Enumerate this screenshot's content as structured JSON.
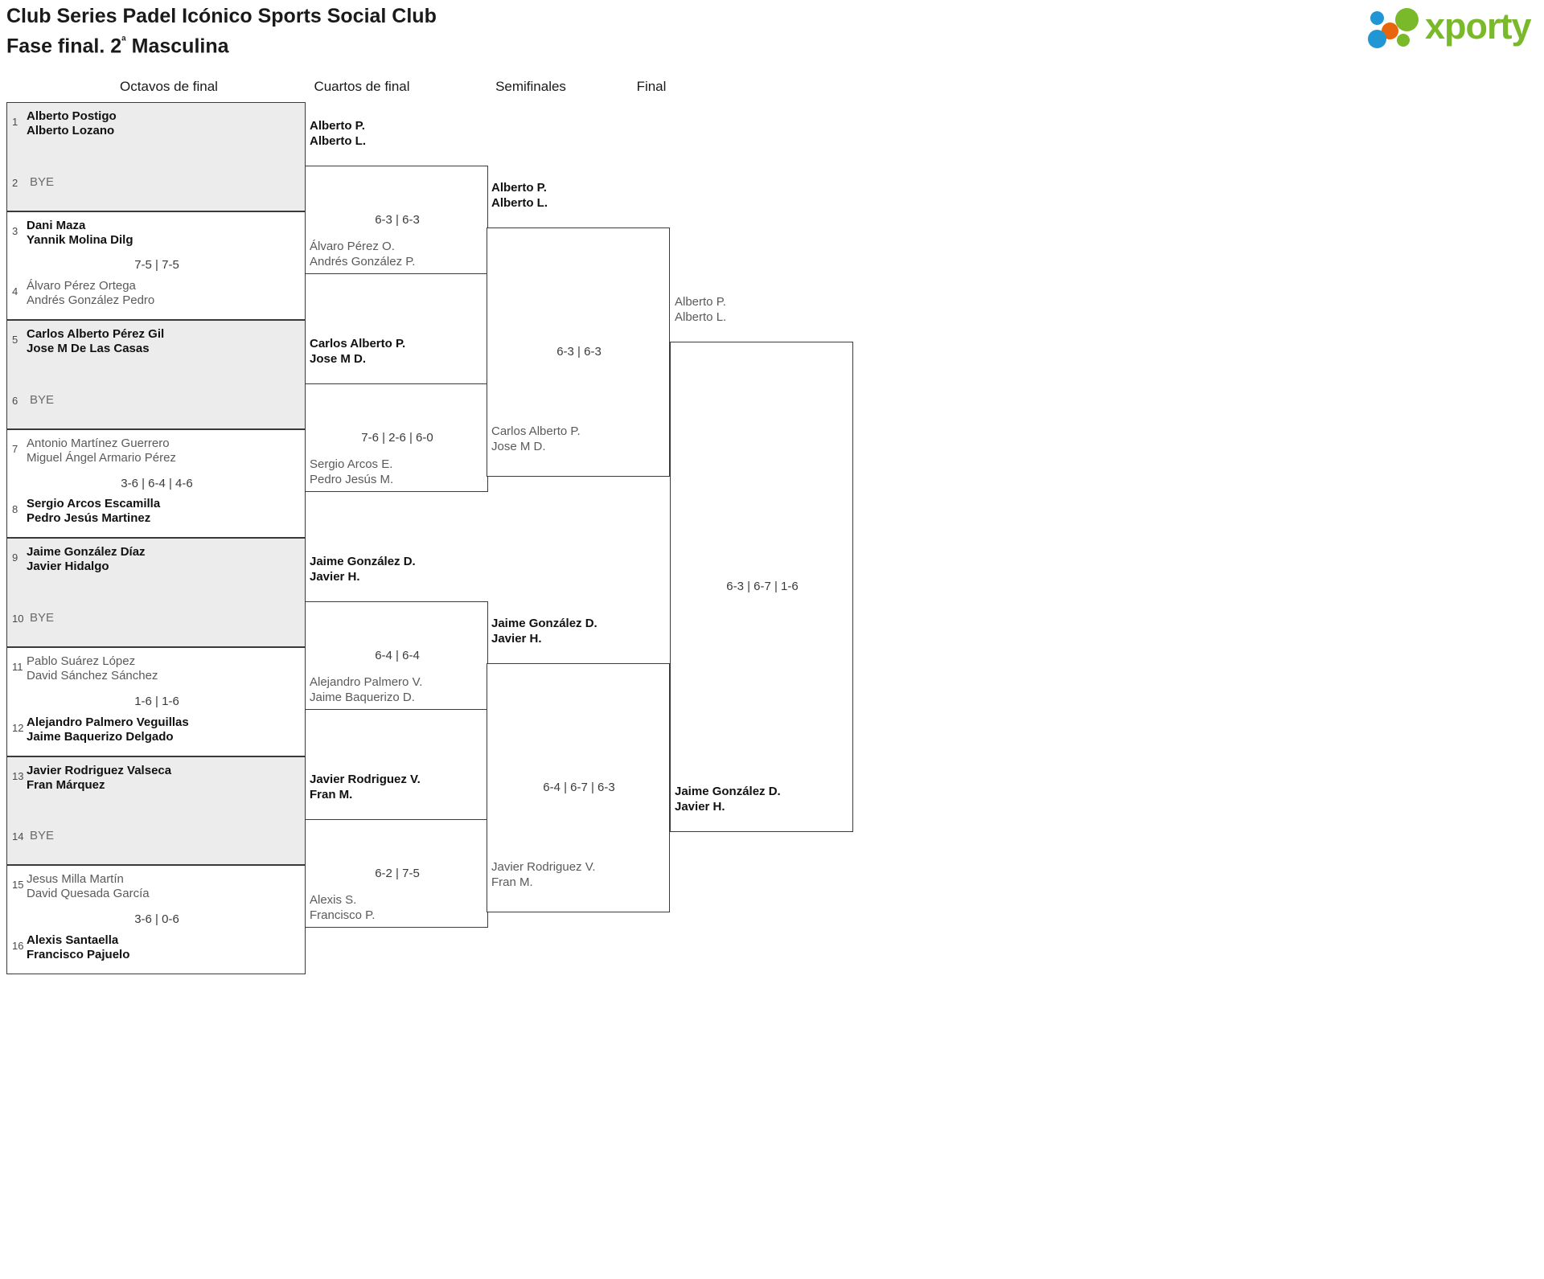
{
  "header": {
    "title_line1": "Club Series Padel Icónico Sports Social Club",
    "title_line2_pre": "Fase final. 2",
    "title_line2_sup": "ª",
    "title_line2_post": " Masculina",
    "logo_text": "xporty",
    "logo_colors": {
      "green": "#7ab929",
      "blue": "#2196d4",
      "orange": "#e8650d"
    }
  },
  "rounds": [
    {
      "label": "Octavos de final"
    },
    {
      "label": "Cuartos de final"
    },
    {
      "label": "Semifinales"
    },
    {
      "label": "Final"
    }
  ],
  "r16": {
    "entries": [
      {
        "seed": "1",
        "line1": "Alberto Postigo",
        "line2": "Alberto Lozano",
        "winner": true,
        "bye": false
      },
      {
        "seed": "2",
        "line1": "BYE",
        "line2": "",
        "winner": false,
        "bye": true
      },
      {
        "seed": "3",
        "line1": "Dani Maza",
        "line2": "Yannik Molina Dilg",
        "winner": true,
        "bye": false
      },
      {
        "seed": "4",
        "line1": "Álvaro Pérez Ortega",
        "line2": "Andrés González Pedro",
        "winner": false,
        "bye": false
      },
      {
        "seed": "5",
        "line1": "Carlos Alberto Pérez Gil",
        "line2": "Jose M De Las Casas",
        "winner": true,
        "bye": false
      },
      {
        "seed": "6",
        "line1": "BYE",
        "line2": "",
        "winner": false,
        "bye": true
      },
      {
        "seed": "7",
        "line1": "Antonio Martínez Guerrero",
        "line2": "Miguel Ángel Armario Pérez",
        "winner": false,
        "bye": false
      },
      {
        "seed": "8",
        "line1": "Sergio Arcos Escamilla",
        "line2": "Pedro Jesús Martinez",
        "winner": true,
        "bye": false
      },
      {
        "seed": "9",
        "line1": "Jaime González Díaz",
        "line2": "Javier Hidalgo",
        "winner": true,
        "bye": false
      },
      {
        "seed": "10",
        "line1": "BYE",
        "line2": "",
        "winner": false,
        "bye": true
      },
      {
        "seed": "11",
        "line1": "Pablo Suárez López",
        "line2": "David Sánchez Sánchez",
        "winner": false,
        "bye": false
      },
      {
        "seed": "12",
        "line1": "Alejandro Palmero Veguillas",
        "line2": "Jaime Baquerizo Delgado",
        "winner": true,
        "bye": false
      },
      {
        "seed": "13",
        "line1": "Javier Rodriguez Valseca",
        "line2": "Fran Márquez",
        "winner": true,
        "bye": false
      },
      {
        "seed": "14",
        "line1": "BYE",
        "line2": "",
        "winner": false,
        "bye": true
      },
      {
        "seed": "15",
        "line1": "Jesus Milla Martín",
        "line2": "David Quesada García",
        "winner": false,
        "bye": false
      },
      {
        "seed": "16",
        "line1": "Alexis Santaella",
        "line2": "Francisco Pajuelo",
        "winner": true,
        "bye": false
      }
    ],
    "scores": [
      "",
      "7-5 | 7-5",
      "",
      "3-6 | 6-4 | 4-6",
      "",
      "1-6 | 1-6",
      "",
      "3-6 | 0-6"
    ]
  },
  "quarters": [
    {
      "top": {
        "line1": "Alberto P.",
        "line2": "Alberto L.",
        "winner": true
      },
      "bottom": {
        "line1": "Álvaro Pérez O.",
        "line2": "Andrés González P.",
        "winner": false
      },
      "score": "6-3 | 6-3"
    },
    {
      "top": {
        "line1": "Carlos Alberto P.",
        "line2": "Jose M D.",
        "winner": true
      },
      "bottom": {
        "line1": "Sergio Arcos E.",
        "line2": "Pedro Jesús M.",
        "winner": false
      },
      "score": "7-6 | 2-6 | 6-0"
    },
    {
      "top": {
        "line1": "Jaime González D.",
        "line2": "Javier H.",
        "winner": true
      },
      "bottom": {
        "line1": "Alejandro Palmero V.",
        "line2": "Jaime Baquerizo D.",
        "winner": false
      },
      "score": "6-4 | 6-4"
    },
    {
      "top": {
        "line1": "Javier Rodriguez V.",
        "line2": "Fran M.",
        "winner": true
      },
      "bottom": {
        "line1": "Alexis S.",
        "line2": "Francisco P.",
        "winner": false
      },
      "score": "6-2 | 7-5"
    }
  ],
  "semis": [
    {
      "top": {
        "line1": "Alberto P.",
        "line2": "Alberto L.",
        "winner": true
      },
      "bottom": {
        "line1": "Carlos Alberto P.",
        "line2": "Jose M D.",
        "winner": false
      },
      "score": "6-3 | 6-3"
    },
    {
      "top": {
        "line1": "Jaime González D.",
        "line2": "Javier H.",
        "winner": true
      },
      "bottom": {
        "line1": "Javier Rodriguez V.",
        "line2": "Fran M.",
        "winner": false
      },
      "score": "6-4 | 6-7 | 6-3"
    }
  ],
  "final": {
    "top": {
      "line1": "Alberto P.",
      "line2": "Alberto L.",
      "winner": false
    },
    "bottom": {
      "line1": "Jaime González D.",
      "line2": "Javier H.",
      "winner": true
    },
    "score": "6-3 | 6-7 | 1-6"
  }
}
